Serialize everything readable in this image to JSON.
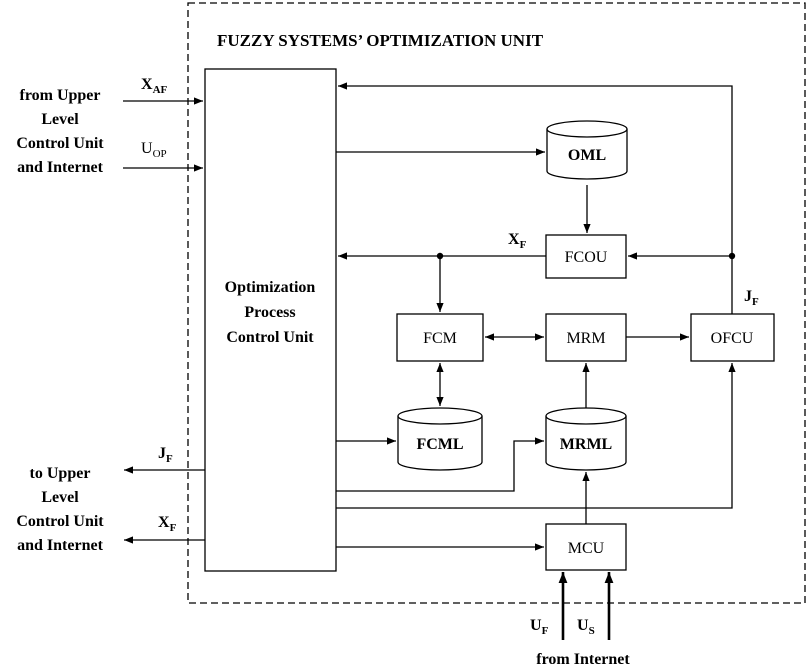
{
  "title": "FUZZY SYSTEMS’ OPTIMIZATION UNIT",
  "control_unit": {
    "line1": "Optimization",
    "line2": "Process",
    "line3": "Control Unit"
  },
  "blocks": {
    "oml": "OML",
    "fcou": "FCOU",
    "fcm": "FCM",
    "mrm": "MRM",
    "ofcu": "OFCU",
    "fcml": "FCML",
    "mrml": "MRML",
    "mcu": "MCU"
  },
  "external": {
    "from_upper": [
      "from Upper",
      "Level",
      "Control Unit",
      "and Internet"
    ],
    "to_upper": [
      "to Upper",
      "Level",
      "Control Unit",
      "and Internet"
    ],
    "from_internet": "from Internet"
  },
  "signals": {
    "x_af": {
      "main": "X",
      "sub": "AF"
    },
    "u_op": {
      "main": "U",
      "sub": "OP"
    },
    "x_f_top": {
      "main": "X",
      "sub": "F"
    },
    "j_f_right": {
      "main": "J",
      "sub": "F"
    },
    "j_f_left": {
      "main": "J",
      "sub": "F"
    },
    "x_f_left": {
      "main": "X",
      "sub": "F"
    },
    "u_f": {
      "main": "U",
      "sub": "F"
    },
    "u_s": {
      "main": "U",
      "sub": "S"
    }
  }
}
